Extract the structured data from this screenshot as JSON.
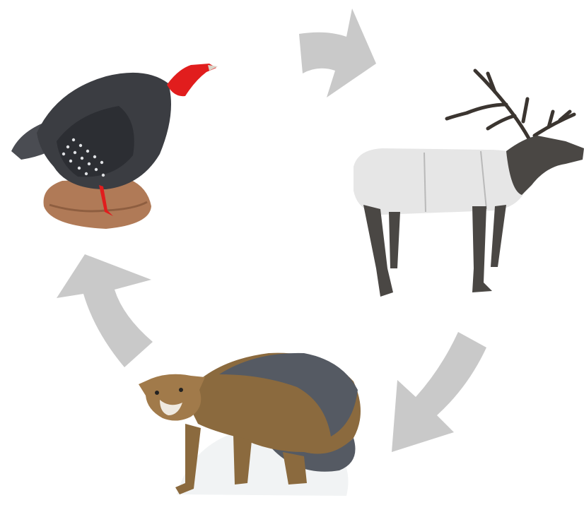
{
  "diagram": {
    "type": "cycle",
    "nodes": [
      {
        "id": "turkey",
        "icon": "turkey-target-icon"
      },
      {
        "id": "elk",
        "icon": "elk-target-icon"
      },
      {
        "id": "cougar",
        "icon": "cougar-target-icon"
      }
    ],
    "edges": [
      {
        "from": "turkey",
        "to": "elk",
        "icon": "arrow-icon"
      },
      {
        "from": "elk",
        "to": "cougar",
        "icon": "arrow-icon"
      },
      {
        "from": "cougar",
        "to": "turkey",
        "icon": "arrow-icon"
      }
    ],
    "colors": {
      "arrow": "#c9c9c9",
      "turkey_body": "#3b3d42",
      "turkey_head": "#e11d1d",
      "turkey_base": "#b07a57",
      "elk_body": "#e6e6e6",
      "elk_neck": "#4a4744",
      "elk_antler": "#3b3530",
      "cougar_body": "#8b6a3e",
      "cougar_back": "#555a63",
      "cougar_base": "#f1f3f4"
    }
  }
}
